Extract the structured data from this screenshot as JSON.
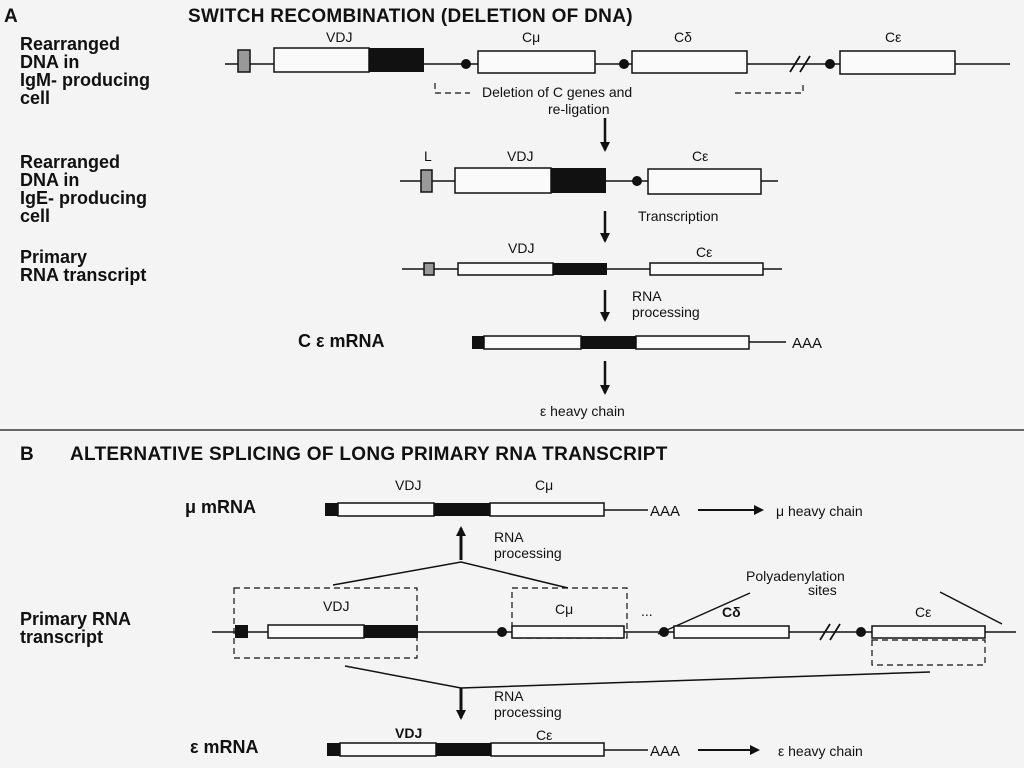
{
  "section_a": {
    "letter": "A",
    "title": "SWITCH RECOMBINATION (DELETION OF DNA)",
    "igm_dna_label": [
      "Rearranged",
      "DNA in",
      "IgM- producing",
      "cell"
    ],
    "ige_dna_label": [
      "Rearranged",
      "DNA in",
      "IgE- producing",
      "cell"
    ],
    "primary_rna_label": [
      "Primary",
      "RNA transcript"
    ],
    "mrna_label": "C ε mRNA",
    "vdj": "VDJ",
    "l": "L",
    "c_mu": "Cμ",
    "c_delta": "Cδ",
    "c_epsilon": "Cε",
    "deletion_note": [
      "Deletion of C genes and",
      "re-ligation"
    ],
    "transcription": "Transcription",
    "rna_processing": [
      "RNA",
      "processing"
    ],
    "poly_a": "AAA",
    "product": "ε heavy chain"
  },
  "section_b": {
    "letter": "B",
    "title": "ALTERNATIVE SPLICING OF LONG PRIMARY RNA TRANSCRIPT",
    "mu_mrna_label": "μ mRNA",
    "epsilon_mrna_label": "ε mRNA",
    "primary_label": [
      "Primary RNA",
      "transcript"
    ],
    "vdj": "VDJ",
    "c_mu": "Cμ",
    "c_delta": "Cδ",
    "c_epsilon": "Cε",
    "polyadenylation": [
      "Polyadenylation",
      "sites"
    ],
    "rna_processing": [
      "RNA",
      "processing"
    ],
    "poly_a": "AAA",
    "mu_product": "μ heavy chain",
    "epsilon_product": "ε heavy chain",
    "ellipsis": "..."
  }
}
